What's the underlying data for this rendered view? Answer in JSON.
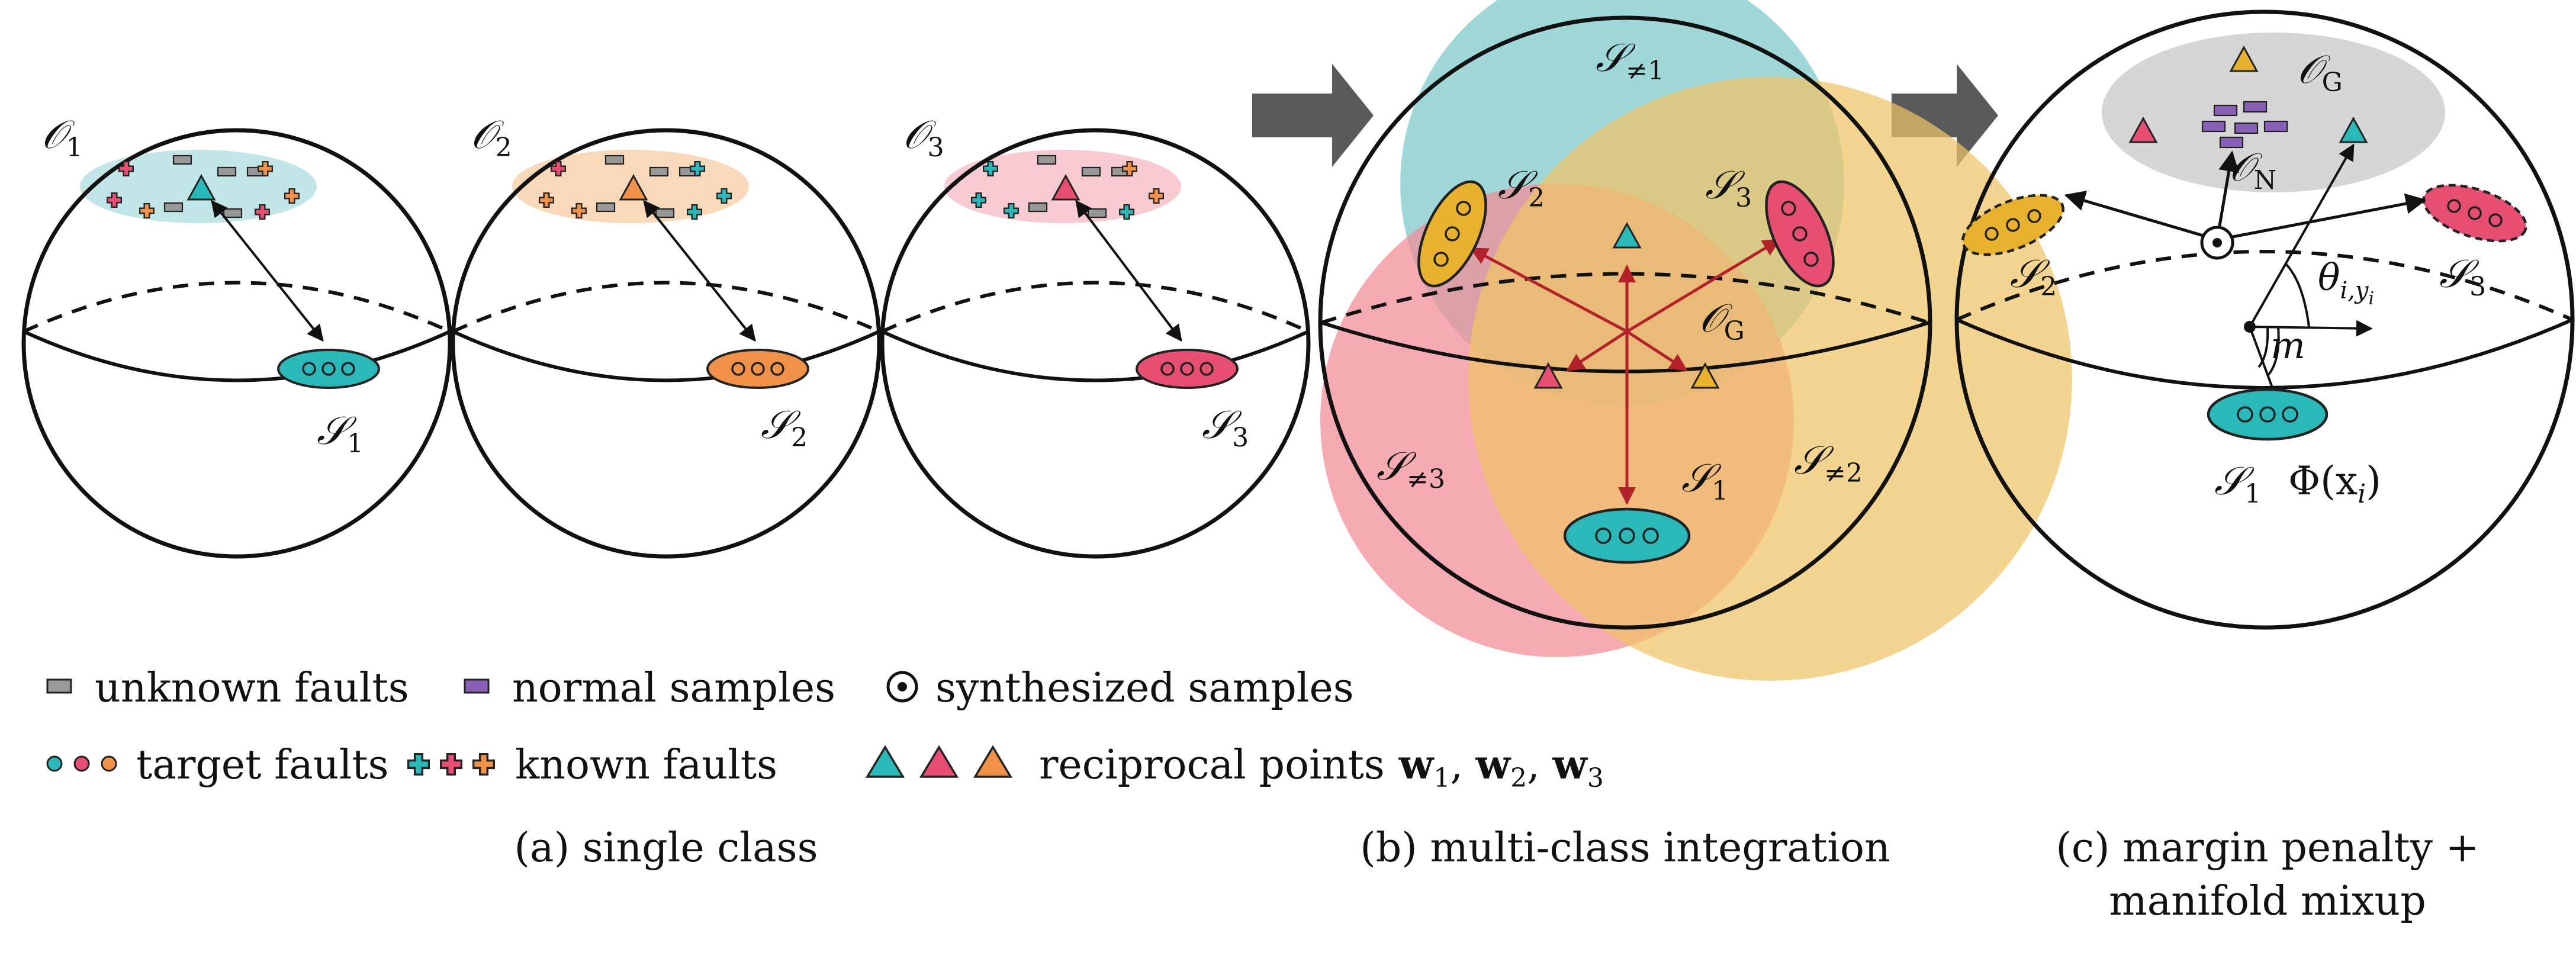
{
  "colors": {
    "teal": "#2bb8b8",
    "pink": "#e84d72",
    "orange": "#f2924a",
    "yellow": "#e8b22e",
    "purple": "#8a5fb8",
    "gray": "#999999",
    "teal_region": "#8fd1d4",
    "pink_region": "#f28a96",
    "yellow_region": "#f0c467",
    "red_arrow": "#b3222a",
    "gray_region": "#d6d6d6"
  },
  "panel_a": {
    "spheres": [
      {
        "o_label": "𝒪",
        "o_sub": "1",
        "s_label": "𝒮",
        "s_sub": "1",
        "color": "teal"
      },
      {
        "o_label": "𝒪",
        "o_sub": "2",
        "s_label": "𝒮",
        "s_sub": "2",
        "color": "orange"
      },
      {
        "o_label": "𝒪",
        "o_sub": "3",
        "s_label": "𝒮",
        "s_sub": "3",
        "color": "pink"
      }
    ],
    "caption": "(a) single class"
  },
  "panel_b": {
    "labels": {
      "s_not1": "𝒮",
      "s_not1_sub": "≠1",
      "s2": "𝒮",
      "s2_sub": "2",
      "s3": "𝒮",
      "s3_sub": "3",
      "og": "𝒪",
      "og_sub": "G",
      "s_not3": "𝒮",
      "s_not3_sub": "≠3",
      "s1": "𝒮",
      "s1_sub": "1",
      "s_not2": "𝒮",
      "s_not2_sub": "≠2"
    },
    "caption": "(b) multi-class integration"
  },
  "panel_c": {
    "labels": {
      "og": "𝒪",
      "og_sub": "G",
      "on": "𝒪",
      "on_sub": "N",
      "s2": "𝒮",
      "s2_sub": "2",
      "s3": "𝒮",
      "s3_sub": "3",
      "theta": "θ",
      "theta_sub": "i,y",
      "theta_subsub": "i",
      "m": "m",
      "s1": "𝒮",
      "s1_sub": "1",
      "phi": "Φ(x",
      "phi_sub": "i",
      "phi_close": ")"
    },
    "caption_line1": "(c) margin penalty +",
    "caption_line2": "manifold mixup"
  },
  "legend": {
    "unknown_faults": "unknown faults",
    "normal_samples": "normal samples",
    "synthesized_samples": "synthesized samples",
    "target_faults": "target faults",
    "known_faults": "known faults",
    "reciprocal_points": "reciprocal points",
    "reciprocal_math": "w",
    "reciprocal_subs": [
      "1",
      "2",
      "3"
    ]
  }
}
